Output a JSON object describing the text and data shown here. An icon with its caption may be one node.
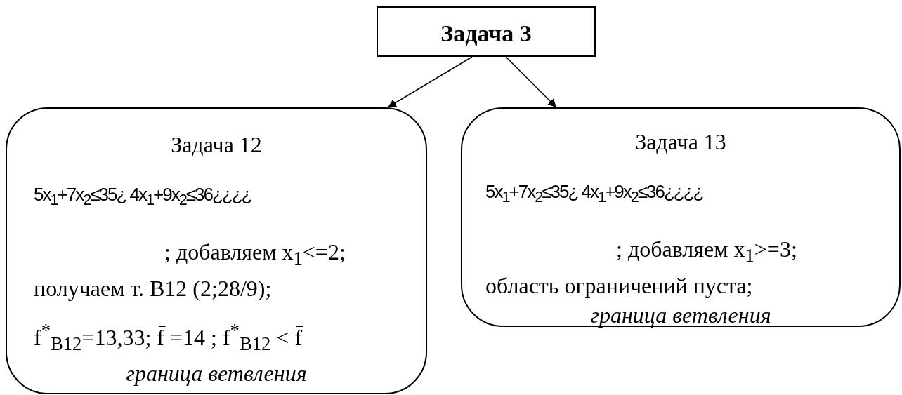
{
  "diagram": {
    "nodes": [
      {
        "text": [
          "Задача 3"
        ]
      },
      {
        "text": [
          "Задача 12",
          "5x$_{1}$+7x$_{2}$≤35¿ 4x$_{1}$+9x$_{2}$≤36¿¿¿¿",
          "; добавляем x$_{1}$<=2;",
          "получаем т. B12 (2;28/9);",
          "f$^{*}$$_{B12}$=13,33; f̄ =14 ; f$^{*}$$_{B12}$ < f̄",
          "граница ветвления"
        ]
      },
      {
        "text": [
          "Задача 13",
          "5x$_{1}$+7x$_{2}$≤35¿ 4x$_{1}$+9x$_{2}$≤36¿¿¿¿",
          "; добавляем x$_{1}$>=3;",
          "область ограничений пуста;",
          "граница ветвления"
        ]
      }
    ],
    "edges": [
      {
        "from": 0,
        "to": 1,
        "arrow": "to"
      },
      {
        "from": 0,
        "to": 2,
        "arrow": "to"
      }
    ]
  }
}
